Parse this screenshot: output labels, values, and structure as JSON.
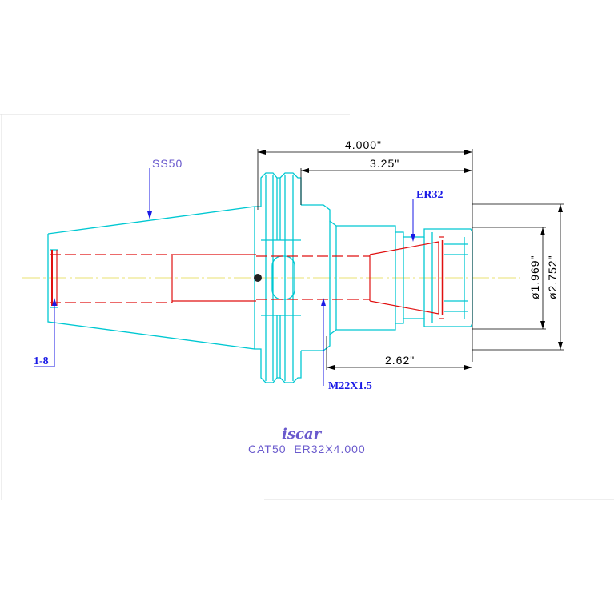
{
  "drawing": {
    "dimensions": {
      "length_overall": "4.000\"",
      "length_gauge": "3.25\"",
      "length_body": "2.62\"",
      "dia_small": "ø1.969\"",
      "dia_large": "ø2.752\""
    },
    "callouts": {
      "taper": "SS50",
      "collet": "ER32",
      "thread": "M22X1.5",
      "retention": "1-8"
    },
    "logo_text": "iscar",
    "part_number": "CAT50  ER32X4.000",
    "colors": {
      "cyan": "#00c8d2",
      "red": "#e01010",
      "blue": "#1a1ae6",
      "purple": "#6a5acd",
      "yellow": "#e8e070"
    }
  }
}
